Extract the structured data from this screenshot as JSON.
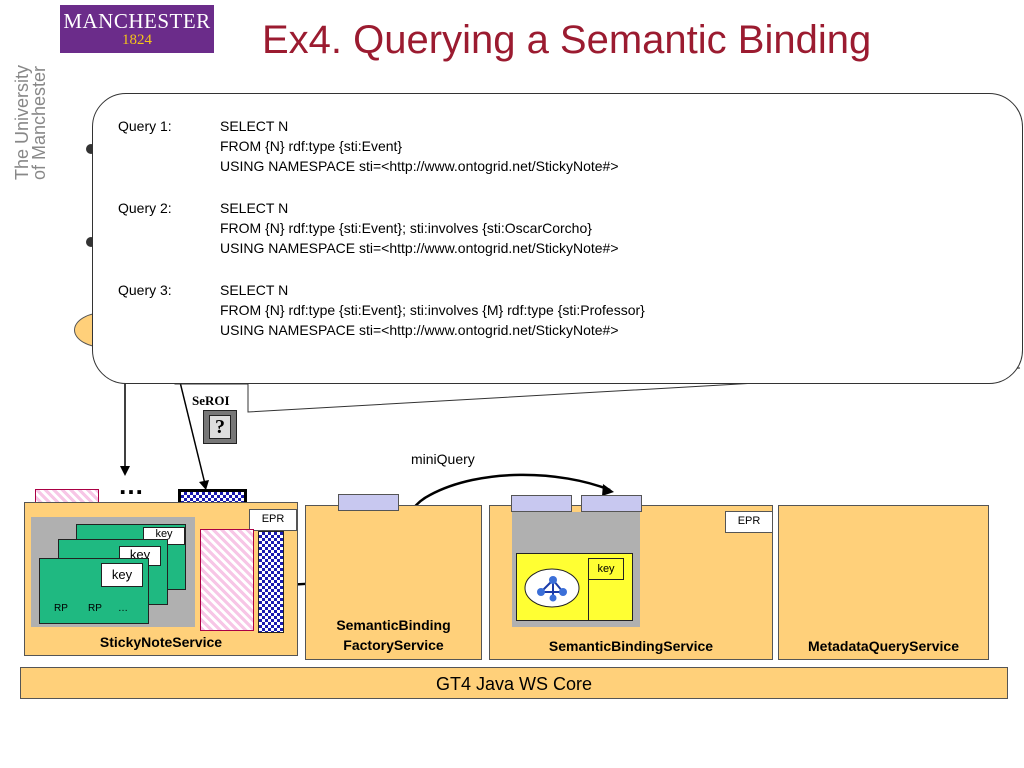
{
  "logo": {
    "name": "MANCHESTER",
    "year": "1824"
  },
  "university": {
    "line1": "The University",
    "line2": "of Manchester"
  },
  "title": "Ex4. Querying a Semantic Binding",
  "queries": [
    {
      "label": "Query 1:",
      "lines": [
        "SELECT N",
        "FROM {N} rdf:type {sti:Event}",
        "USING NAMESPACE sti=<http://www.ontogrid.net/StickyNote#>"
      ]
    },
    {
      "label": "Query 2:",
      "lines": [
        "SELECT N",
        "FROM {N} rdf:type {sti:Event}; sti:involves {sti:OscarCorcho}",
        "USING NAMESPACE sti=<http://www.ontogrid.net/StickyNote#>"
      ]
    },
    {
      "label": "Query 3:",
      "lines": [
        "SELECT N",
        "FROM {N} rdf:type {sti:Event}; sti:involves {M} rdf:type {sti:Professor}",
        "USING NAMESPACE sti=<http://www.ontogrid.net/StickyNote#>"
      ]
    }
  ],
  "seroi": {
    "label": "SeROI",
    "glyph": "?"
  },
  "ellipsis": "…",
  "miniquery": "miniQuery",
  "epr": "EPR",
  "cards": {
    "key": "key",
    "rp1": "RP",
    "rp2": "RP",
    "more": "…"
  },
  "services": {
    "sticky": "StickyNoteService",
    "factory_line1": "SemanticBinding",
    "factory_line2": "FactoryService",
    "binding": "SemanticBindingService",
    "metadata": "MetadataQueryService"
  },
  "core": "GT4 Java WS Core",
  "colors": {
    "title": "#9b1b30",
    "service_fill": "#ffd07a",
    "card_green": "#1fb981",
    "logo_purple": "#6b2c8a"
  }
}
